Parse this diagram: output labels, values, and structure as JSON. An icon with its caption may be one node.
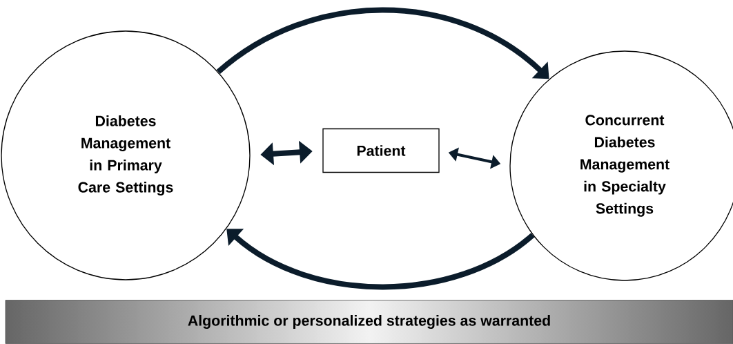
{
  "diagram": {
    "nodes": [
      {
        "text": [
          "Diabetes Management in Primary Care Settings"
        ]
      },
      {
        "text": [
          "Patient"
        ]
      },
      {
        "text": [
          "Concurrent Diabetes Management in Specialty Settings"
        ]
      },
      {
        "text": [
          "Algorithmic or personalized strategies as warranted"
        ]
      }
    ],
    "edges": [
      {
        "from": 0,
        "to": 2,
        "arrow": "to"
      },
      {
        "from": 2,
        "to": 0,
        "arrow": "to"
      },
      {
        "from": 0,
        "to": 1,
        "arrow": "both"
      },
      {
        "from": 1,
        "to": 2,
        "arrow": "both"
      }
    ]
  }
}
